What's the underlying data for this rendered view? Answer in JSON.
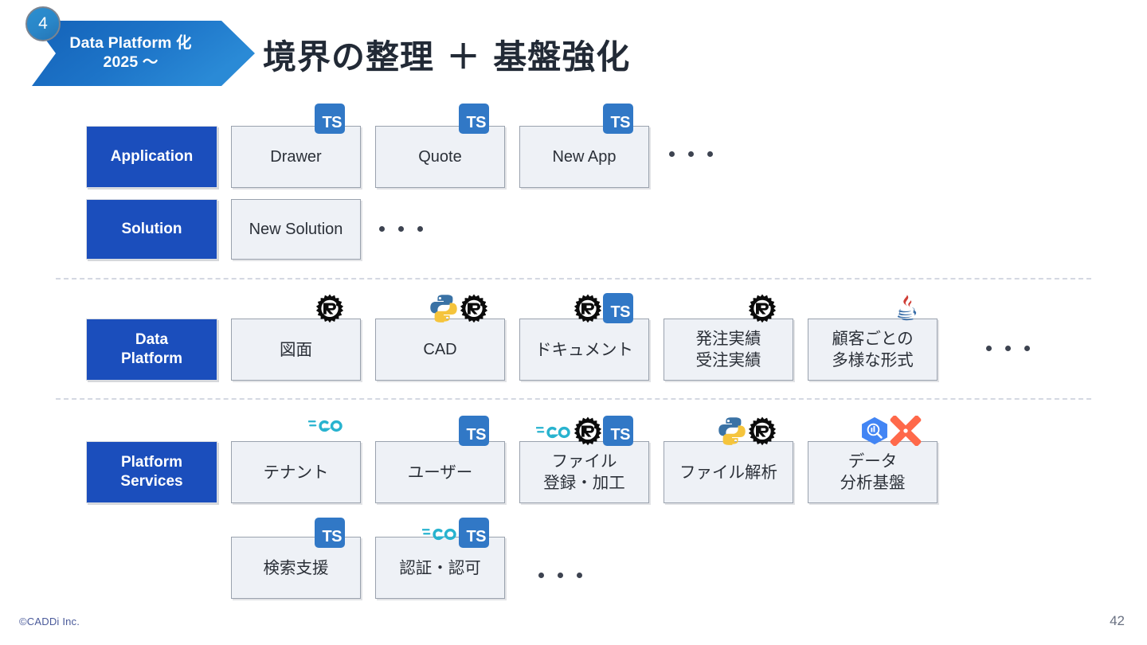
{
  "header": {
    "step_number": "4",
    "chevron_line1": "Data Platform 化",
    "chevron_line2": "2025 ～",
    "title": "境界の整理 ＋ 基盤強化",
    "chevron_color": "#1b6fc4",
    "badge_color": "#2a86c8"
  },
  "theme": {
    "label_blue": "#1b4ebc",
    "card_bg": "#eef1f6",
    "card_border": "#9aa2ae",
    "divider": "#d4d8e2",
    "title_color": "#222a36"
  },
  "rows": [
    {
      "label": "Application",
      "label_lines": [
        "Application"
      ],
      "cards": [
        {
          "text": "Drawer",
          "lines": [
            "Drawer"
          ],
          "jp": false,
          "badges": [
            "typescript-icon"
          ]
        },
        {
          "text": "Quote",
          "lines": [
            "Quote"
          ],
          "jp": false,
          "badges": [
            "typescript-icon"
          ]
        },
        {
          "text": "New App",
          "lines": [
            "New App"
          ],
          "jp": false,
          "badges": [
            "typescript-icon"
          ]
        }
      ],
      "ellipsis": true
    },
    {
      "label": "Solution",
      "label_lines": [
        "Solution"
      ],
      "cards": [
        {
          "text": "New Solution",
          "lines": [
            "New Solution"
          ],
          "jp": false,
          "badges": []
        }
      ],
      "ellipsis": true
    },
    {
      "label": "Data Platform",
      "label_lines": [
        "Data",
        "Platform"
      ],
      "cards": [
        {
          "text": "図面",
          "lines": [
            "図面"
          ],
          "jp": true,
          "badges": [
            "rust-icon"
          ]
        },
        {
          "text": "CAD",
          "lines": [
            "CAD"
          ],
          "jp": false,
          "badges": [
            "python-icon",
            "rust-icon"
          ]
        },
        {
          "text": "ドキュメント",
          "lines": [
            "ドキュメント"
          ],
          "jp": true,
          "badges": [
            "rust-icon",
            "typescript-icon"
          ]
        },
        {
          "text": "発注実績 受注実績",
          "lines": [
            "発注実績",
            "受注実績"
          ],
          "jp": true,
          "badges": [
            "rust-icon"
          ]
        },
        {
          "text": "顧客ごとの 多様な形式",
          "lines": [
            "顧客ごとの",
            "多様な形式"
          ],
          "jp": true,
          "badges": [
            "java-icon"
          ]
        }
      ],
      "ellipsis": true
    },
    {
      "label": "Platform Services",
      "label_lines": [
        "Platform",
        "Services"
      ],
      "cards": [
        {
          "text": "テナント",
          "lines": [
            "テナント"
          ],
          "jp": true,
          "badges": [
            "go-icon"
          ]
        },
        {
          "text": "ユーザー",
          "lines": [
            "ユーザー"
          ],
          "jp": true,
          "badges": [
            "typescript-icon"
          ]
        },
        {
          "text": "ファイル 登録・加工",
          "lines": [
            "ファイル",
            "登録・加工"
          ],
          "jp": true,
          "badges": [
            "go-icon",
            "rust-icon",
            "typescript-icon"
          ]
        },
        {
          "text": "ファイル解析",
          "lines": [
            "ファイル解析"
          ],
          "jp": true,
          "badges": [
            "python-icon",
            "rust-icon"
          ]
        },
        {
          "text": "データ 分析基盤",
          "lines": [
            "データ",
            "分析基盤"
          ],
          "jp": true,
          "badges": [
            "bigquery-icon",
            "dbt-icon"
          ]
        }
      ],
      "ellipsis": false
    },
    {
      "label": "",
      "label_lines": [],
      "cards": [
        {
          "text": "検索支援",
          "lines": [
            "検索支援"
          ],
          "jp": true,
          "badges": [
            "typescript-icon"
          ]
        },
        {
          "text": "認証・認可",
          "lines": [
            "認証・認可"
          ],
          "jp": true,
          "badges": [
            "go-icon",
            "typescript-icon"
          ]
        }
      ],
      "ellipsis": true
    }
  ],
  "footer": {
    "copyright": "©CADDi Inc.",
    "page_number": "42"
  }
}
